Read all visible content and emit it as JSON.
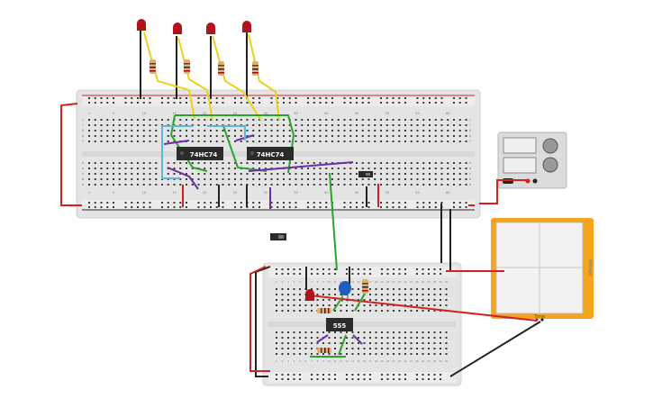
{
  "circuit": {
    "main_board": {
      "chips": [
        {
          "label": "74HC74"
        },
        {
          "label": "74HC74"
        }
      ],
      "row_labels": [
        "a",
        "b",
        "c",
        "d",
        "e",
        "f",
        "g",
        "h",
        "i",
        "j"
      ],
      "column_numbers": [
        "1",
        "5",
        "10",
        "15",
        "20",
        "25",
        "30",
        "35",
        "40",
        "45",
        "50",
        "55",
        "60"
      ]
    },
    "small_board": {
      "chip": {
        "label": "555"
      },
      "column_numbers": [
        "1",
        "2",
        "3",
        "4",
        "5",
        "6",
        "7",
        "8",
        "9",
        "10",
        "11",
        "12",
        "13",
        "14",
        "15",
        "16",
        "17",
        "18",
        "19",
        "20",
        "21",
        "22",
        "23",
        "24",
        "25",
        "26",
        "27",
        "28",
        "29",
        "30"
      ]
    },
    "leds": [
      {
        "color": "red"
      },
      {
        "color": "red"
      },
      {
        "color": "red"
      },
      {
        "color": "red"
      }
    ],
    "power_supply": {
      "displays": [
        "",
        ""
      ]
    },
    "oscilloscope": {
      "side_label": "Voltage",
      "bottom_label": "Time"
    },
    "colors": {
      "breadboard": "#e4e4e4",
      "wire_red": "#d32020",
      "wire_yellow": "#e8d21a",
      "wire_green": "#2aa32a",
      "wire_purple": "#6a2fa6",
      "wire_blue": "#5ab8d8",
      "wire_black": "#222222",
      "scope_frame": "#f4a51c",
      "led_red": "#b0141a"
    }
  }
}
